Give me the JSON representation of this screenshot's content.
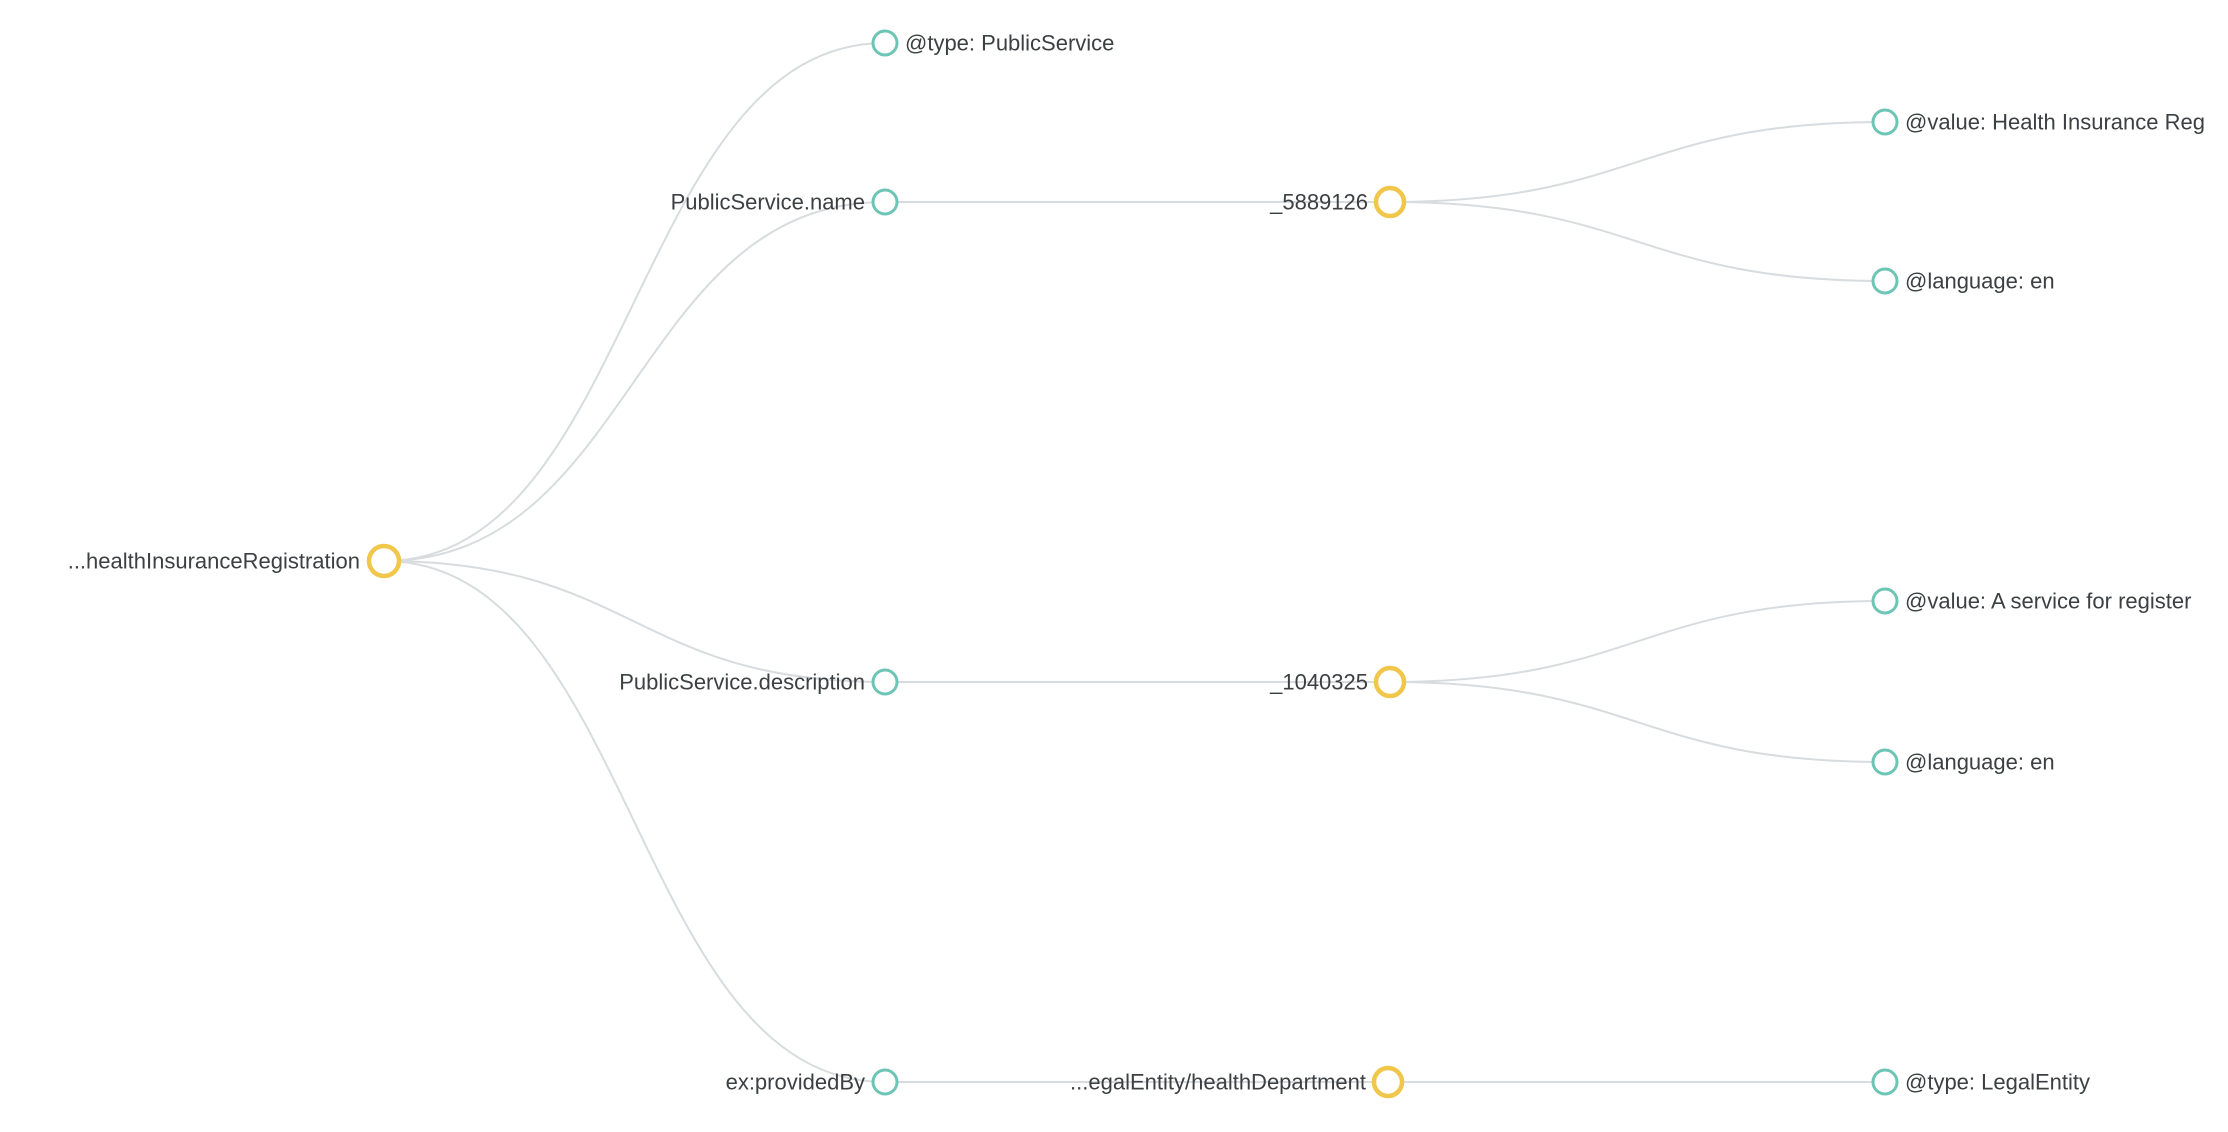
{
  "diagram": {
    "kind": "collapsible-tree-graph",
    "colors": {
      "link": "#d8dcdf",
      "expanded_node_stroke": "#f0c64b",
      "leaf_node_stroke": "#6cc5b5",
      "label_text": "#3d4043",
      "background": "#ffffff"
    },
    "legend": {
      "yellow-circle-icon": "expanded-resource-node",
      "teal-circle-icon": "property-or-literal-node"
    }
  },
  "tree": {
    "root": {
      "label": "...healthInsuranceRegistration",
      "circle": "yellow",
      "children": [
        {
          "label": "@type: PublicService",
          "circle": "teal"
        },
        {
          "label": "PublicService.name",
          "circle": "teal",
          "children": [
            {
              "label": "_5889126",
              "circle": "yellow",
              "children": [
                {
                  "label": "@value: Health Insurance Reg",
                  "circle": "teal",
                  "truncated_by_viewport": true
                },
                {
                  "label": "@language: en",
                  "circle": "teal"
                }
              ]
            }
          ]
        },
        {
          "label": "PublicService.description",
          "circle": "teal",
          "children": [
            {
              "label": "_1040325",
              "circle": "yellow",
              "children": [
                {
                  "label": "@value: A service for register",
                  "circle": "teal",
                  "truncated_by_viewport": true
                },
                {
                  "label": "@language: en",
                  "circle": "teal"
                }
              ]
            }
          ]
        },
        {
          "label": "ex:providedBy",
          "circle": "teal",
          "children": [
            {
              "label": "...egalEntity/healthDepartment",
              "circle": "yellow",
              "children": [
                {
                  "label": "@type: LegalEntity",
                  "circle": "teal"
                }
              ]
            }
          ]
        }
      ]
    }
  }
}
